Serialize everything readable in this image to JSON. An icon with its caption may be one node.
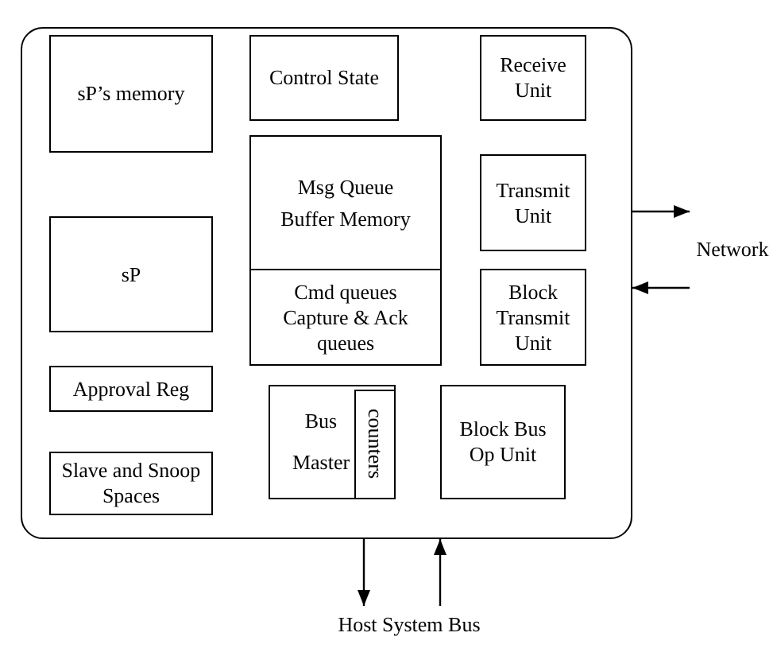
{
  "diagram": {
    "nodes": [
      {
        "text": [],
        "shape": "box"
      },
      {
        "text": [
          "sP’s memory"
        ],
        "in": 0
      },
      {
        "text": [
          "Control State"
        ],
        "in": 0
      },
      {
        "text": [
          "Receive Unit"
        ],
        "in": 0
      },
      {
        "text": [
          "Msg Queue",
          "Buffer Memory"
        ],
        "in": 0
      },
      {
        "text": [
          "Transmit Unit"
        ],
        "in": 0
      },
      {
        "text": [
          "Cmd queues Capture & Ack queues"
        ],
        "in": 0
      },
      {
        "text": [
          "sP"
        ],
        "in": 0
      },
      {
        "text": [
          "Block Transmit Unit"
        ],
        "in": 0
      },
      {
        "text": [
          "Approval Reg"
        ],
        "in": 0
      },
      {
        "text": [
          "Bus Master"
        ],
        "in": 0
      },
      {
        "text": [
          "counters"
        ],
        "in": 10
      },
      {
        "text": [
          "Block Bus Op Unit"
        ],
        "in": 0
      },
      {
        "text": [
          "Slave and Snoop Spaces"
        ],
        "in": 0
      },
      {
        "text": [
          "Network"
        ]
      },
      {
        "text": [
          "Host System Bus"
        ]
      }
    ],
    "edges": [
      {
        "from": 0,
        "to": 14,
        "arrow": "to"
      },
      {
        "from": 14,
        "to": 0,
        "arrow": "to"
      },
      {
        "from": 0,
        "to": 15,
        "arrow": "to"
      },
      {
        "from": 15,
        "to": 0,
        "arrow": "to"
      }
    ]
  }
}
